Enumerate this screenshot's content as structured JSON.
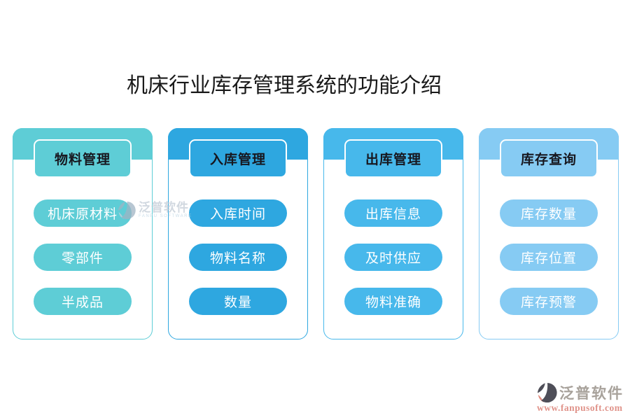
{
  "title": "机床行业库存管理系统的功能介绍",
  "columns": [
    {
      "header": "物料管理",
      "color": "#5ECDD6",
      "items": [
        "机床原材料",
        "零部件",
        "半成品"
      ]
    },
    {
      "header": "入库管理",
      "color": "#2EA7E0",
      "items": [
        "入库时间",
        "物料名称",
        "数量"
      ]
    },
    {
      "header": "出库管理",
      "color": "#47B8EB",
      "items": [
        "出库信息",
        "及时供应",
        "物料准确"
      ]
    },
    {
      "header": "库存查询",
      "color": "#86CBF3",
      "items": [
        "库存数量",
        "库存位置",
        "库存预警"
      ]
    }
  ],
  "watermark_center": {
    "brand": "泛普软件",
    "subbrand": "FANPU SOFTWARE"
  },
  "watermark_bottom": {
    "brand": "泛普软件",
    "url": "www.fanpusoft.com"
  },
  "colors": {
    "title_text": "#1a1a1a",
    "badge_text": "#17171f",
    "logo_dark": "#4e4e58",
    "logo_accent": "#e08a7d",
    "watermark_brand_text": "#a8a29b",
    "watermark_url_text": "#e0938a",
    "watermark_center_text": "#c2ccd6",
    "watermark_center_sub": "#b9d2e2"
  }
}
